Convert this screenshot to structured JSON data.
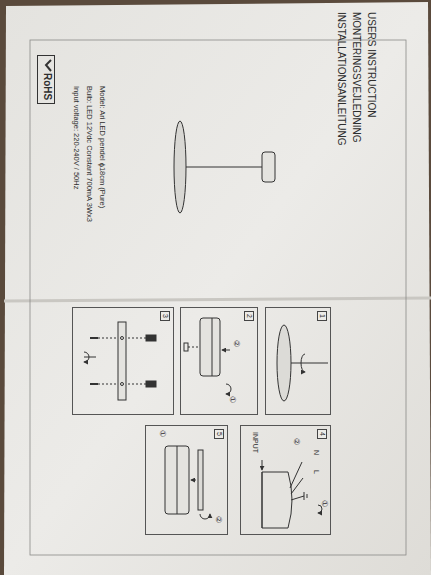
{
  "diagram": {
    "nodes": [
      {
        "text": [
          "RoHS"
        ]
      },
      {
        "text": [
          "1"
        ]
      },
      {
        "text": [
          "2"
        ]
      },
      {
        "text": [
          "3"
        ]
      },
      {
        "text": [
          "4"
        ]
      },
      {
        "text": [
          "5"
        ]
      }
    ],
    "labels": [
      "USERS INSTRUCTION",
      "MONTERINGSVEJLEDNING",
      "INSTALLATIONSANLEITUNG",
      "Model: Ari LED pendel ϕ18cm (Pure)",
      "Bulb: LED 12Vdc Constant 700mA 3Wx3",
      "Input voltage: 220-240V / 50Hz",
      "②",
      "①",
      "INPUT",
      "②",
      "N",
      "L",
      "①",
      "①",
      "②"
    ]
  }
}
